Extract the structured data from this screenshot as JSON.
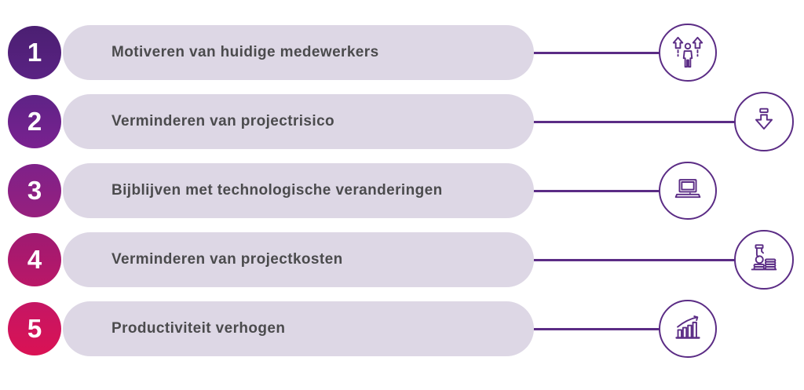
{
  "theme": {
    "background": "#ffffff",
    "pill_background": "#ddd7e5",
    "label_color": "#4b4b4d",
    "line_color": "#5b2c85",
    "icon_stroke": "#5b2c85",
    "number_color": "#ffffff"
  },
  "steps": [
    {
      "number": "1",
      "label": "Motiveren van huidige medewerkers",
      "icon": "person-with-rising-arrows-icon",
      "badge_top": "#4b1f72",
      "badge_bottom": "#5a2283"
    },
    {
      "number": "2",
      "label": "Verminderen van projectrisico",
      "icon": "download-arrow-icon",
      "badge_top": "#5e2386",
      "badge_bottom": "#7a2190"
    },
    {
      "number": "3",
      "label": "Bijblijven met technologische veranderingen",
      "icon": "laptop-icon",
      "badge_top": "#7e2189",
      "badge_bottom": "#97207e"
    },
    {
      "number": "4",
      "label": "Verminderen van projectkosten",
      "icon": "hand-coin-stacks-icon",
      "badge_top": "#9e1a72",
      "badge_bottom": "#ba1767"
    },
    {
      "number": "5",
      "label": "Productiviteit verhogen",
      "icon": "bar-chart-growth-icon",
      "badge_top": "#c51664",
      "badge_bottom": "#da1254"
    }
  ]
}
